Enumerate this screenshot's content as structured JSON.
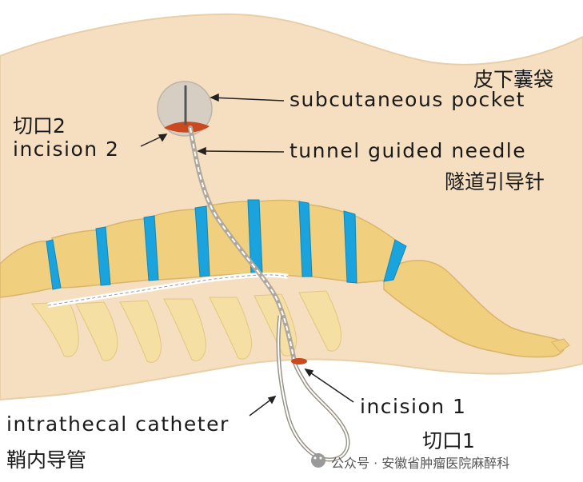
{
  "labels": {
    "subcutaneous_pocket_en": "subcutaneous pocket",
    "subcutaneous_pocket_zh": "皮下囊袋",
    "incision2_zh": "切口2",
    "incision2_en": "incision 2",
    "tunnel_needle_en": "tunnel guided needle",
    "tunnel_needle_zh": "隧道引导针",
    "incision1_en": "incision 1",
    "incision1_zh": "切口1",
    "catheter_en": "intrathecal catheter",
    "catheter_zh": "鞘内导管"
  },
  "watermark": "公众号 · 安徽省肿瘤医院麻醉科",
  "colors": {
    "skin": "#f5dfc0",
    "background": "#ffffff",
    "vertebra": "#f0cf7e",
    "bone_light": "#f6dfa2",
    "disc": "#1aa3dc",
    "incision": "#c94a1e",
    "pocket": "#d6cec3"
  }
}
